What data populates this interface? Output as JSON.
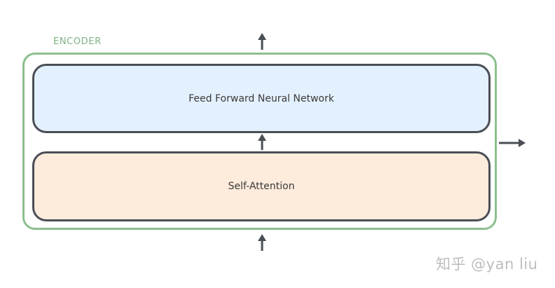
{
  "encoder": {
    "label": "ENCODER",
    "colors": {
      "border": "#8cbf8e",
      "label": "#7fb384"
    }
  },
  "layers": {
    "ffn": {
      "label": "Feed Forward Neural Network",
      "fill": "#e3f0fd"
    },
    "self_attention": {
      "label": "Self-Attention",
      "fill": "#fdebdc"
    },
    "border_color": "#4a4e55"
  },
  "arrows": {
    "color": "#4a4e55",
    "items": [
      {
        "name": "arrow-input-up-icon",
        "icon": "arrow-up"
      },
      {
        "name": "arrow-between-layers-icon",
        "icon": "arrow-up"
      },
      {
        "name": "arrow-output-up-icon",
        "icon": "arrow-up"
      },
      {
        "name": "arrow-right-icon",
        "icon": "arrow-right"
      }
    ]
  },
  "watermark": {
    "text": "知乎 @yan liu"
  }
}
